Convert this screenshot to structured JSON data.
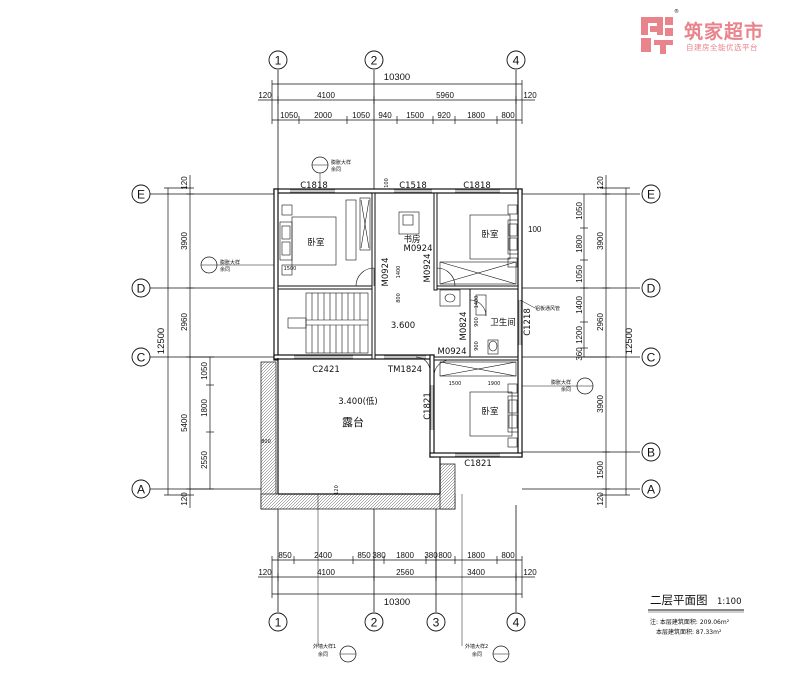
{
  "logo": {
    "main": "筑家超市",
    "sub": "自建房全能优选平台",
    "mark": "®"
  },
  "axes": {
    "top": [
      "1",
      "2",
      "4"
    ],
    "bottom": [
      "1",
      "2",
      "3",
      "4"
    ],
    "left": [
      "E",
      "D",
      "C",
      "A"
    ],
    "right": [
      "E",
      "D",
      "C",
      "B",
      "A"
    ]
  },
  "dims_top": {
    "total": "10300",
    "row2": [
      "120",
      "4100",
      "5960",
      "120"
    ],
    "row3": [
      "1050",
      "2000",
      "1050",
      "940",
      "1500",
      "920",
      "1800",
      "800"
    ]
  },
  "dims_bottom": {
    "row1": [
      "850",
      "2400",
      "850",
      "380",
      "1800",
      "380",
      "800",
      "1800",
      "800"
    ],
    "row2": [
      "120",
      "4100",
      "2560",
      "3400",
      "120"
    ],
    "total": "10300"
  },
  "dims_left": {
    "total": "12500",
    "row2": [
      "120",
      "3900",
      "2960",
      "5400",
      "120"
    ],
    "row3": [
      "1050",
      "1800",
      "2550"
    ]
  },
  "dims_right": {
    "total": "12500",
    "row2": [
      "120",
      "3900",
      "2960",
      "3900",
      "1500",
      "120"
    ],
    "row3": [
      "1050",
      "1800",
      "1050",
      "1400",
      "1200",
      "360",
      "100"
    ]
  },
  "windows": [
    "C1818",
    "C1518",
    "C1818",
    "C2421",
    "TM1824",
    "C1821",
    "C1821",
    "C1218"
  ],
  "doors": [
    "M0924",
    "M0924",
    "M0924",
    "M0824",
    "M0924"
  ],
  "rooms": {
    "bedroom": "卧室",
    "study": "书房",
    "bath": "卫生间",
    "terrace": "露台",
    "terrace_level": "3.400(低)",
    "floor_level": "3.600"
  },
  "inner_dims": [
    "1400",
    "800",
    "1400",
    "1500",
    "900",
    "900",
    "1500",
    "1900",
    "800",
    "120",
    "100"
  ],
  "callouts": [
    "膨胀大样",
    "余同",
    "外墙大样1",
    "外墙大样2",
    "铝板通风管",
    "—",
    "—"
  ],
  "title": {
    "text": "二层平面图",
    "scale": "1:100"
  },
  "notes": [
    "注: 本层建筑面积: 209.06m²",
    "本层建筑面积: 87.33m²"
  ],
  "colors": {
    "logo": "#e9838c",
    "line": "#111111",
    "hatch": "#555555"
  }
}
